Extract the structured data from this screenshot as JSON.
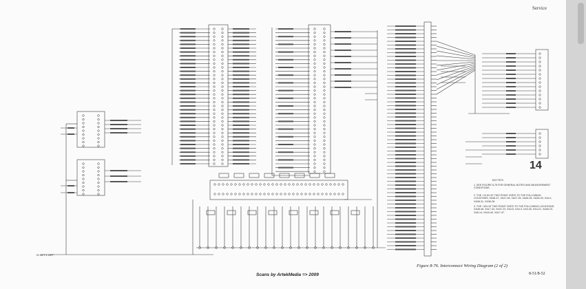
{
  "page": {
    "section_header": "Service",
    "figure_caption": "Figure 8-76.   Interconnect Wiring Diagram (2 of 2)",
    "credit": "Scans by ArtekMedia => 2009",
    "page_number": "8-51/8-52",
    "sheet_number": "14",
    "ground_label": "+5 SET 1 OFF"
  },
  "notes": {
    "title": "NOTES",
    "items": [
      "1. SEE FIGURE 8-75 FOR GENERAL NOTES AND MEASUREMENT CONDITIONS.",
      "2. THE +12.6V AT THIS POINT GOES TO THE FOLLOWING LOCATIONS: XA48-47, XA17-46, XA27-26, XA26-28, XA3A-20, XA4-1, XA38-31, XA36-28.",
      "3. THE +15V AT THIS POINT GOES TO THE FOLLOWING LOCATIONS: XA48-48, XA17-43, XA37-23, XA4-5, XA4-3, XA3-40, XA4-21, XA48-23, XA5-14, XA16-40, XA17-47."
    ]
  }
}
